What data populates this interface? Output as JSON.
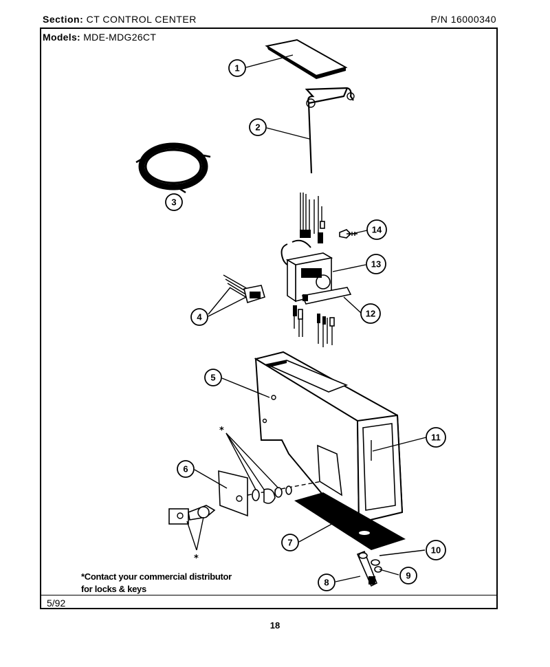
{
  "header": {
    "section_label": "Section:",
    "section_value": "CT CONTROL CENTER",
    "pn_label": "P/N",
    "pn_value": "16000340",
    "models_label": "Models:",
    "models_value": "MDE-MDG26CT"
  },
  "callouts": [
    "1",
    "2",
    "3",
    "4",
    "5",
    "6",
    "7",
    "8",
    "9",
    "10",
    "11",
    "12",
    "13",
    "14"
  ],
  "star": "*",
  "note": {
    "line1": "*Contact your commercial distributor",
    "line2": "for locks & keys"
  },
  "footer": {
    "date": "5/92",
    "page": "18"
  }
}
